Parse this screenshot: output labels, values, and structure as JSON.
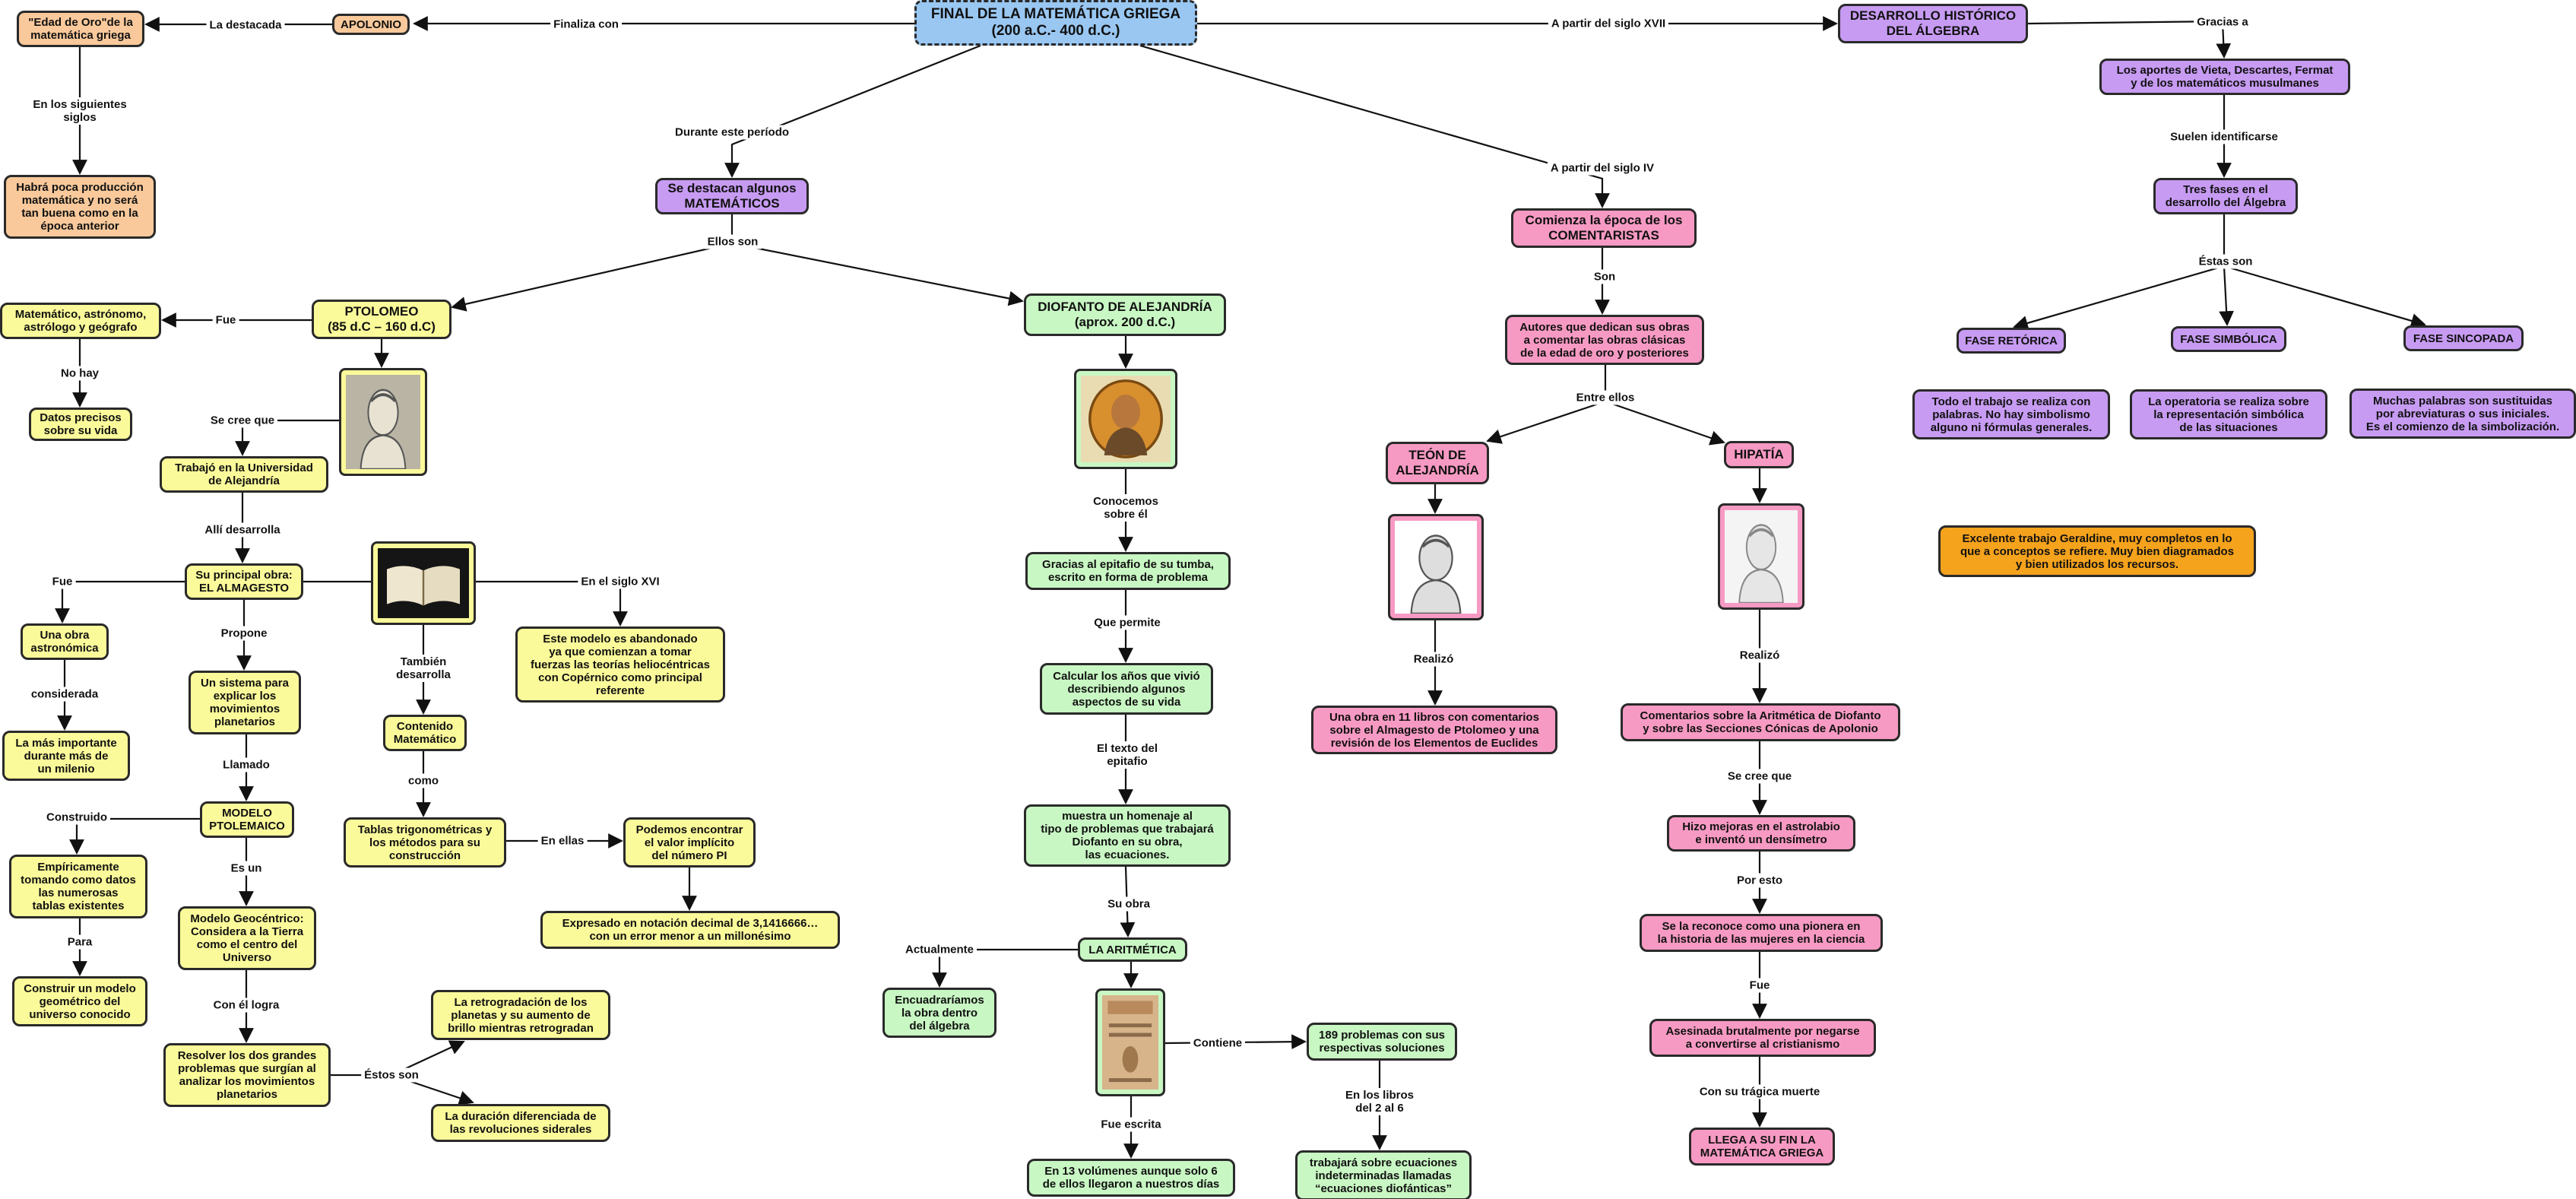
{
  "nodes": {
    "edad_oro": "\"Edad de Oro\"de la\nmatemática griega",
    "apolonio": "APOLONIO",
    "final": "FINAL DE LA MATEMÁTICA GRIEGA\n(200 a.C.- 400 d.C.)",
    "desarrollo": "DESARROLLO HISTÓRICO\nDEL ÁLGEBRA",
    "aportes": "Los aportes de Vieta, Descartes, Fermat\ny de los matemáticos musulmanes",
    "poca_produccion": "Habrá poca producción\nmatemática y no será\ntan buena como en la\népoca anterior",
    "se_destacan": "Se destacan algunos\nMATEMÁTICOS",
    "comienza_epoca": "Comienza la época de los\nCOMENTARISTAS",
    "tres_fases": "Tres fases en el\ndesarrollo del Álgebra",
    "autores": "Autores que dedican sus obras\na comentar las obras clásicas\nde la edad de oro y posteriores",
    "matematico_astronomo": "Matemático, astrónomo,\nastrólogo y geógrafo",
    "ptolomeo": "PTOLOMEO\n(85 d.C – 160 d.C)",
    "diofanto": "DIOFANTO DE ALEJANDRÍA\n(aprox. 200 d.C.)",
    "fase_retorica": "FASE RETÓRICA",
    "fase_simbolica": "FASE SIMBÓLICA",
    "fase_sincopada": "FASE SINCOPADA",
    "datos_precisos": "Datos precisos\nsobre su vida",
    "todo_trabajo": "Todo el trabajo se realiza con\npalabras. No hay simbolismo\nalguno ni fórmulas generales.",
    "operatoria": "La operatoria se realiza sobre\nla representación simbólica\nde las situaciones",
    "muchas_palabras": "Muchas palabras son sustituidas\npor abreviaturas o sus iniciales.\nEs el comienzo de la simbolización.",
    "teon": "TEÓN DE\nALEJANDRÍA",
    "hipatia": "HIPATÍA",
    "trabajo_universidad": "Trabajó en la Universidad\nde Alejandría",
    "excelente": "Excelente trabajo Geraldine, muy completos en lo\nque a conceptos se refiere.  Muy bien diagramados\ny bien utilizados los recursos.",
    "gracias_epitafio": "Gracias al epitafio de su tumba,\nescrito en forma de problema",
    "principal_obra": "Su principal obra:\nEL ALMAGESTO",
    "obra_astronomica": "Una obra\nastronómica",
    "este_modelo": "Este modelo es abandonado\nya que comienzan a tomar\nfuerzas las teorías heliocéntricas\ncon Copérnico como principal\nreferente",
    "calcular_anos": "Calcular los años que vivió\ndescribiendo algunos\naspectos de su vida",
    "un_sistema": "Un sistema para\nexplicar los\nmovimientos\nplanetarios",
    "una_obra_11": "Una obra en 11 libros con comentarios\nsobre el Almagesto de Ptolomeo y una\nrevisión de los Elementos de Euclides",
    "comentarios_aritmetica": "Comentarios sobre la Aritmética de Diofanto\ny sobre las Secciones Cónicas de Apolonio",
    "la_mas_importante": "La más importante\ndurante más de\nun milenio",
    "contenido_matematico": "Contenido\nMatemático",
    "modelo_ptolemaico": "MODELO\nPTOLEMAICO",
    "muestra_homenaje": "muestra un homenaje al\ntipo de problemas que trabajará\nDiofanto en su obra,\nlas ecuaciones.",
    "hizo_mejoras": "Hizo mejoras en el astrolabio\ne inventó un densímetro",
    "tablas": "Tablas trigonométricas y\nlos métodos para su\nconstrucción",
    "podemos_encontrar": "Podemos encontrar\nel valor implícito\ndel número PI",
    "empiricamente": "Empíricamente\ntomando como datos\nlas numerosas\ntablas existentes",
    "expresado": "Expresado en notación decimal de 3,1416666…\ncon un error menor a un millonésimo",
    "modelo_geocentrico": "Modelo Geocéntrico:\nConsidera a la Tierra\ncomo el centro del\nUniverso",
    "pionera": "Se la reconoce como una pionera en\nla historia de las mujeres en la ciencia",
    "la_aritmetica": "LA ARITMÉTICA",
    "encuadrariamos": "Encuadraríamos\nla obra dentro\ndel álgebra",
    "construir_modelo": "Construir un modelo\ngeométrico del\nuniverso conocido",
    "retrogradacion": "La retrogradación de los\nplanetas y su aumento de\nbrillo mientras retrogradan",
    "asesinada": "Asesinada brutalmente por negarse\na convertirse al cristianismo",
    "problemas_189": "189 problemas con sus\nrespectivas soluciones",
    "resolver": "Resolver los dos grandes\nproblemas que surgían al\nanalizar los movimientos\nplanetarios",
    "duracion": "La duración diferenciada de\nlas revoluciones siderales",
    "llega_fin": "LLEGA A SU FIN LA\nMATEMÁTICA GRIEGA",
    "trabajara": "trabajará sobre ecuaciones\nindeterminadas llamadas\n“ecuaciones diofánticas”",
    "trece_volumenes": "En 13 volúmenes aunque solo 6\nde ellos llegaron a nuestros días"
  },
  "labels": {
    "la_destacada": "La destacada",
    "finaliza_con": "Finaliza con",
    "a_partir_xvii": "A partir del siglo XVII",
    "gracias_a": "Gracias a",
    "en_siguientes": "En los siguientes\nsiglos",
    "durante_periodo": "Durante este período",
    "a_partir_iv": "A partir del siglo IV",
    "suelen": "Suelen identificarse",
    "ellos_son": "Ellos son",
    "son": "Son",
    "estas_son": "Éstas son",
    "fue_1": "Fue",
    "no_hay": "No hay",
    "entre_ellos": "Entre ellos",
    "se_cree_que_1": "Se cree que",
    "alli_desarrolla": "Allí desarrolla",
    "conocemos": "Conocemos\nsobre él",
    "fue_2": "Fue",
    "en_siglo_xvi": "En el siglo XVI",
    "que_permite": "Que permite",
    "propone": "Propone",
    "tambien_desarrolla": "También\ndesarrolla",
    "realizo_1": "Realizó",
    "realizo_2": "Realizó",
    "considerada": "considerada",
    "el_texto": "El texto del\nepitafio",
    "llamado": "Llamado",
    "se_cree_que_2": "Se cree que",
    "como": "como",
    "construido": "Construido",
    "en_ellas": "En ellas",
    "es_un": "Es un",
    "por_esto": "Por esto",
    "su_obra": "Su obra",
    "actualmente": "Actualmente",
    "para": "Para",
    "fue_3": "Fue",
    "con_el_logra": "Con él logra",
    "contiene": "Contiene",
    "estos_son": "Éstos son",
    "en_los_libros": "En los libros\ndel 2 al 6",
    "con_su_tragica": "Con su trágica muerte",
    "fue_escrita": "Fue escrita"
  },
  "images": {
    "ptolomeo_portrait": "portrait-icon",
    "diofanto_portrait": "portrait-icon",
    "almagesto_book": "book-icon",
    "teon_portrait": "portrait-icon",
    "hipatia_portrait": "portrait-icon",
    "arithmetica_cover": "book-cover-icon"
  },
  "colors": {
    "orange": "#f9c99b",
    "blue": "#99c7f2",
    "yellow": "#fbfa9a",
    "green": "#c8f7c3",
    "pink": "#f79ac3",
    "purple": "#c79bf2",
    "note": "#f5a21c"
  }
}
